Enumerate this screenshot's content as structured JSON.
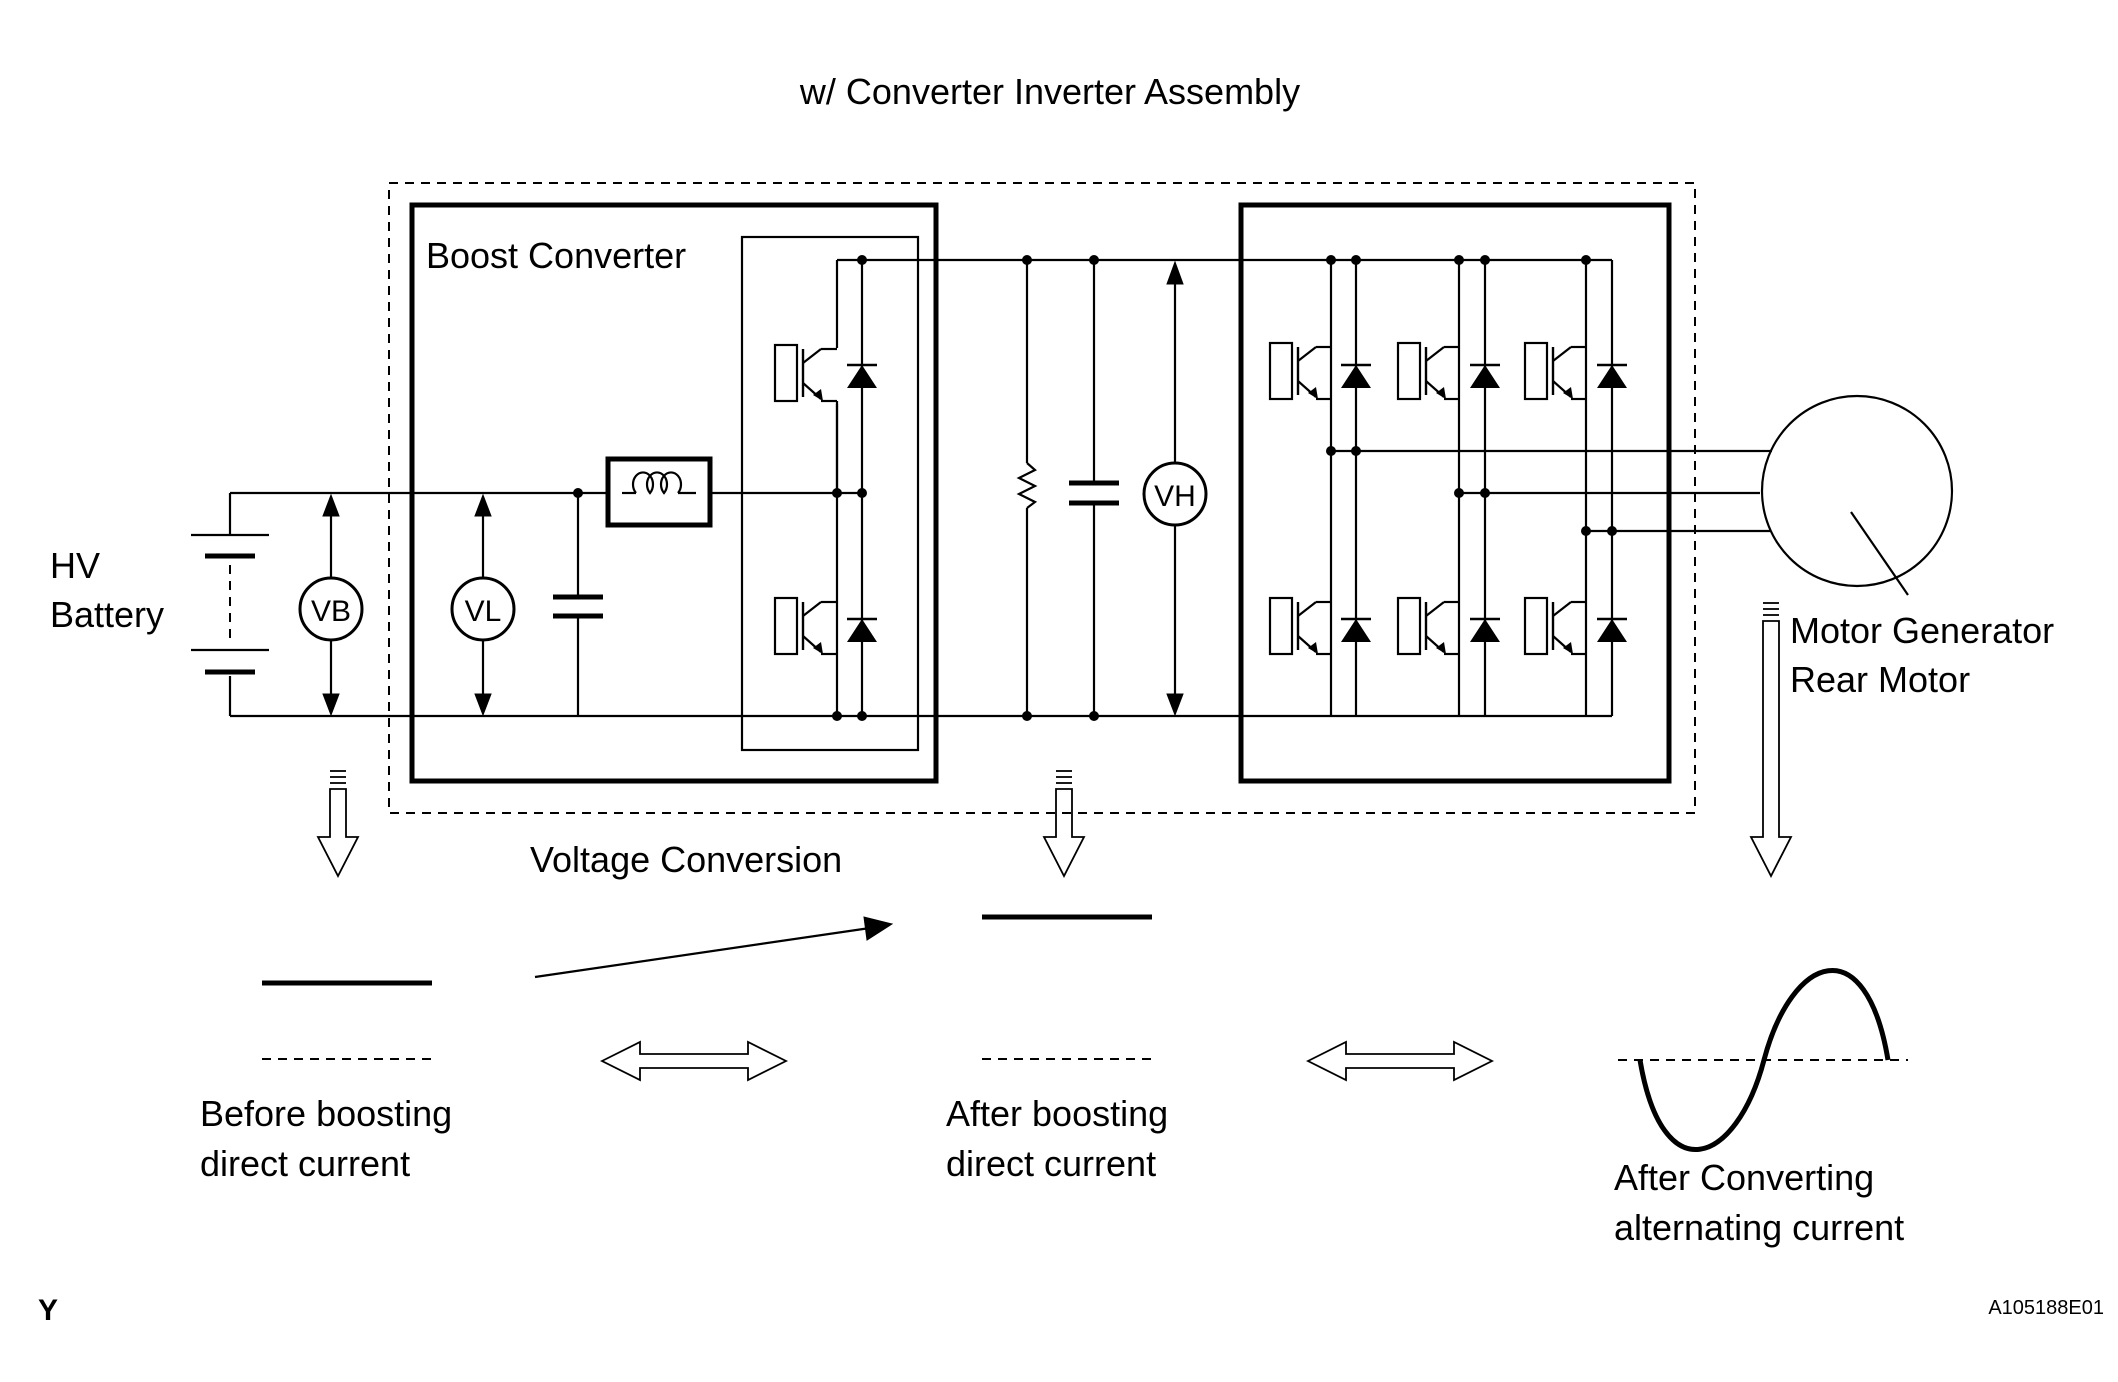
{
  "title": "w/ Converter Inverter Assembly",
  "labels": {
    "hv_battery_line1": "HV",
    "hv_battery_line2": "Battery",
    "boost_converter": "Boost Converter",
    "voltage_conversion": "Voltage Conversion",
    "motor_line1": "Motor Generator",
    "motor_line2": "Rear Motor",
    "before_line1": "Before boosting",
    "before_line2": "direct current",
    "after_boost_line1": "After boosting",
    "after_boost_line2": "direct current",
    "after_conv_line1": "After Converting",
    "after_conv_line2": "alternating current"
  },
  "meters": {
    "vb": "VB",
    "vl": "VL",
    "vh": "VH"
  },
  "footer": {
    "left_mark": "Y",
    "figure_id": "A105188E01"
  }
}
